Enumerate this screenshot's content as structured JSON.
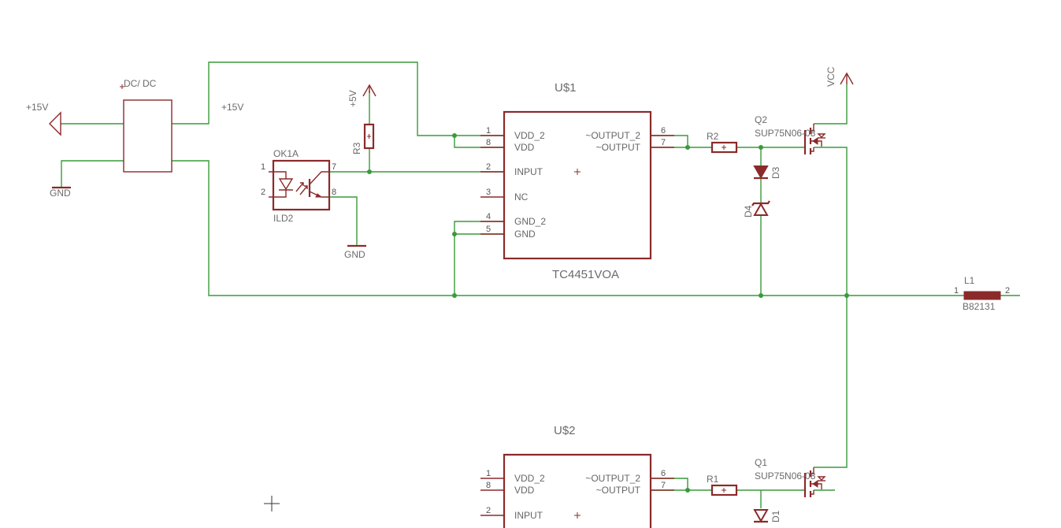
{
  "labels": {
    "dcdc": "DC/ DC",
    "p15_left": "+15V",
    "p15_right": "+15V",
    "gnd_left": "GND",
    "gnd_ok": "GND",
    "p5v": "+5V",
    "r3": "R3",
    "ok_name": "OK1A",
    "ok_value": "ILD2",
    "u1_name": "U$1",
    "u1_value": "TC4451VOA",
    "u2_name": "U$2",
    "r2": "R2",
    "r1": "R1",
    "d3": "D3",
    "d4": "D4",
    "d1": "D1",
    "q2_name": "Q2",
    "q2_value": "SUP75N06-08",
    "q1_name": "Q1",
    "q1_value": "SUP75N06-08",
    "vcc": "VCC",
    "l1_name": "L1",
    "l1_value": "B82131"
  },
  "u1": {
    "pins_left": [
      {
        "num": "1",
        "name": "VDD_2"
      },
      {
        "num": "8",
        "name": "VDD"
      },
      {
        "num": "2",
        "name": "INPUT"
      },
      {
        "num": "3",
        "name": "NC"
      },
      {
        "num": "4",
        "name": "GND_2"
      },
      {
        "num": "5",
        "name": "GND"
      }
    ],
    "pins_right": [
      {
        "num": "6",
        "name": "~OUTPUT_2"
      },
      {
        "num": "7",
        "name": "~OUTPUT"
      }
    ]
  },
  "u2": {
    "pins_left": [
      {
        "num": "1",
        "name": "VDD_2"
      },
      {
        "num": "8",
        "name": "VDD"
      },
      {
        "num": "2",
        "name": "INPUT"
      }
    ],
    "pins_right": [
      {
        "num": "6",
        "name": "~OUTPUT_2"
      },
      {
        "num": "7",
        "name": "~OUTPUT"
      }
    ]
  },
  "ok_pins": [
    "1",
    "2",
    "7",
    "8"
  ],
  "l1_pins": [
    "1",
    "2"
  ],
  "colors": {
    "wire": "#3a9a3a",
    "part": "#8b2a2a",
    "text": "#6b6b6b"
  }
}
